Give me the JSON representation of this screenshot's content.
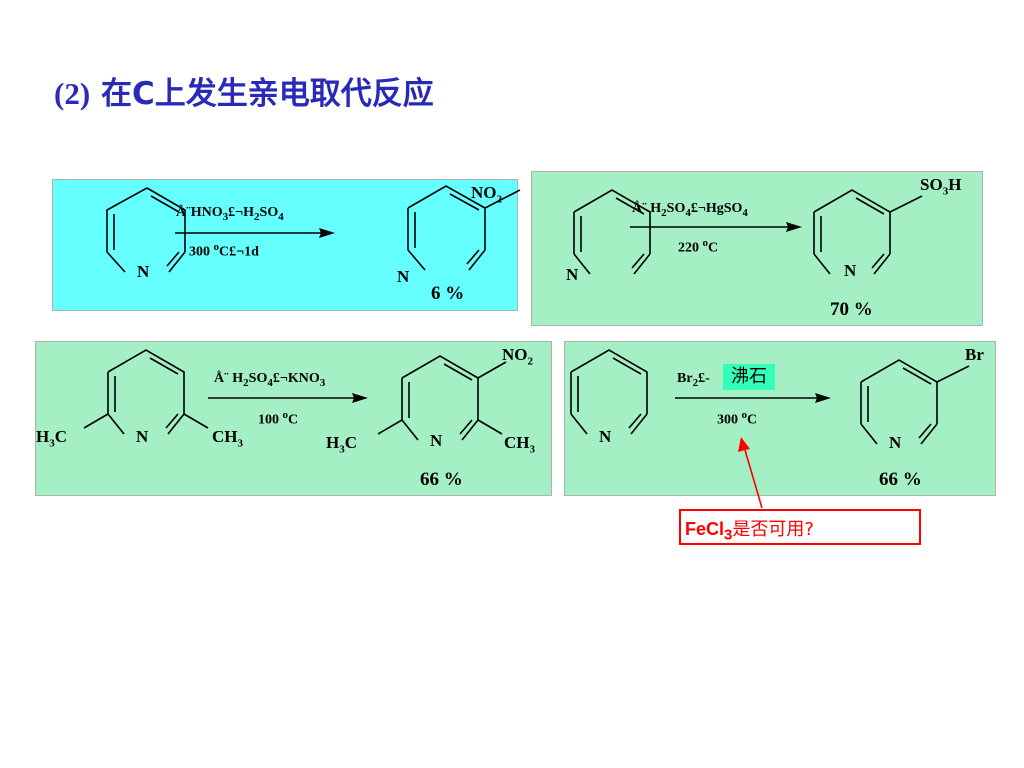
{
  "title": {
    "number": "(2)",
    "text": "在C上发生亲电取代反应"
  },
  "colors": {
    "title": "#2a2ab8",
    "panel_cyan": "#66ffff",
    "panel_mint": "#a4f0c4",
    "boil_highlight": "#33ffbb",
    "note_red": "#ff0000"
  },
  "reactions": [
    {
      "ring_n": "N",
      "product_n": "N",
      "reagent": [
        "Å¨HNO",
        "3",
        "£¬H",
        "2",
        "SO",
        "4"
      ],
      "conditions": [
        "300 ",
        "o",
        "C£¬1d"
      ],
      "substituent": [
        "NO",
        "2"
      ],
      "yield": "6 %"
    },
    {
      "ring_n": "N",
      "product_n": "N",
      "reagent": [
        "Å¨ H",
        "2",
        "SO",
        "4",
        "£¬HgSO",
        "4"
      ],
      "conditions": [
        "220 ",
        "o",
        "C"
      ],
      "substituent": [
        "SO",
        "3",
        "H"
      ],
      "yield": "70 %"
    },
    {
      "ring_n": "N",
      "product_n": "N",
      "left_group": [
        "H",
        "3",
        "C"
      ],
      "right_group": [
        "CH",
        "3"
      ],
      "product_left_group": [
        "H",
        "3",
        "C"
      ],
      "product_right_group": [
        "CH",
        "3"
      ],
      "reagent": [
        "Å¨ H",
        "2",
        "SO",
        "4",
        "£¬KNO",
        "3"
      ],
      "conditions": [
        "100 ",
        "o",
        "C"
      ],
      "substituent": [
        "NO",
        "2"
      ],
      "yield": "66 %"
    },
    {
      "ring_n": "N",
      "product_n": "N",
      "reagent": [
        "Br",
        "2",
        "£-"
      ],
      "boiling_stone": "沸石",
      "conditions": [
        "300 ",
        "o",
        "C"
      ],
      "substituent": [
        "Br"
      ],
      "yield": "66 %"
    }
  ],
  "note": {
    "prefix": "FeCl",
    "sub": "3",
    "text": "是否可用",
    "mark": "?"
  }
}
